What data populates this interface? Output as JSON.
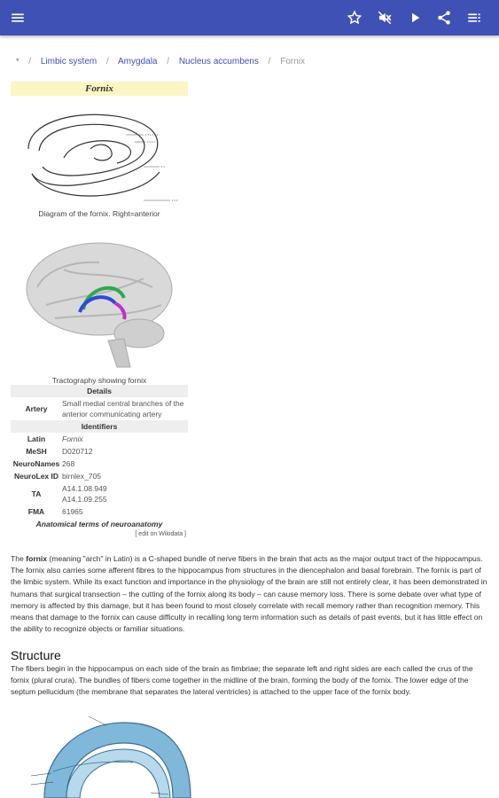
{
  "icons": {
    "menu": "menu-icon",
    "star": "star-icon",
    "mute": "volume-off-icon",
    "play": "play-icon",
    "share": "share-icon",
    "more": "more-icon"
  },
  "colors": {
    "appbar": "#3f51b5",
    "link": "#3f51b5",
    "infobox_title_bg": "#fbf6c3"
  },
  "breadcrumb": {
    "home": "*",
    "items": [
      "Limbic system",
      "Amygdala",
      "Nucleus accumbens"
    ],
    "current": "Fornix"
  },
  "infobox": {
    "title": "Fornix",
    "caption1": "Diagram of the fornix. Right=anterior",
    "caption2": "Tractography showing fornix",
    "details_header": "Details",
    "artery_label": "Artery",
    "artery_value": "Small medial central branches of the anterior communicating artery",
    "identifiers_header": "Identifiers",
    "latin_label": "Latin",
    "latin_value": "Fornix",
    "mesh_label": "MeSH",
    "mesh_value": "D020712",
    "neuronames_label": "NeuroNames",
    "neuronames_value": "268",
    "neurolex_label": "NeuroLex ID",
    "neurolex_value": "birnlex_705",
    "ta_label": "TA",
    "ta_value1": "A14.1.08.949",
    "ta_value2": "A14.1.09.255",
    "fma_label": "FMA",
    "fma_value": "61965",
    "footer": "Anatomical terms of neuroanatomy",
    "edit": "[ edit on Wikidata ]"
  },
  "article": {
    "p1_prefix": "The ",
    "p1_bold": "fornix",
    "p1_rest": " (meaning \"arch\" in Latin) is a C-shaped bundle of nerve fibers in the brain that acts as the major output tract of the hippocampus. The fornix also carries some afferent fibres to the hippocampus from structures in the diencephalon and basal forebrain. The fornix is part of the limbic system. While its exact function and importance in the physiology of the brain are still not entirely clear, it has been demonstrated in humans that surgical transection – the cutting of the fornix along its body – can cause memory loss. There is some debate over what type of memory is affected by this damage, but it has been found to most closely correlate with recall memory rather than recognition memory. This means that damage to the fornix can cause difficulty in recalling long term information such as details of past events, but it has little effect on the ability to recognize objects or familiar situations.",
    "section_title": "Structure",
    "p2": "The fibers begin in the hippocampus on each side of the brain as fimbriae; the separate left and right sides are each called the crus of the fornix (plural crura). The bundles of fibers come together in the midline of the brain, forming the body of the fornix. The lower edge of the septum pellucidum (the membrane that separates the lateral ventricles) is attached to the upper face of the fornix body."
  }
}
